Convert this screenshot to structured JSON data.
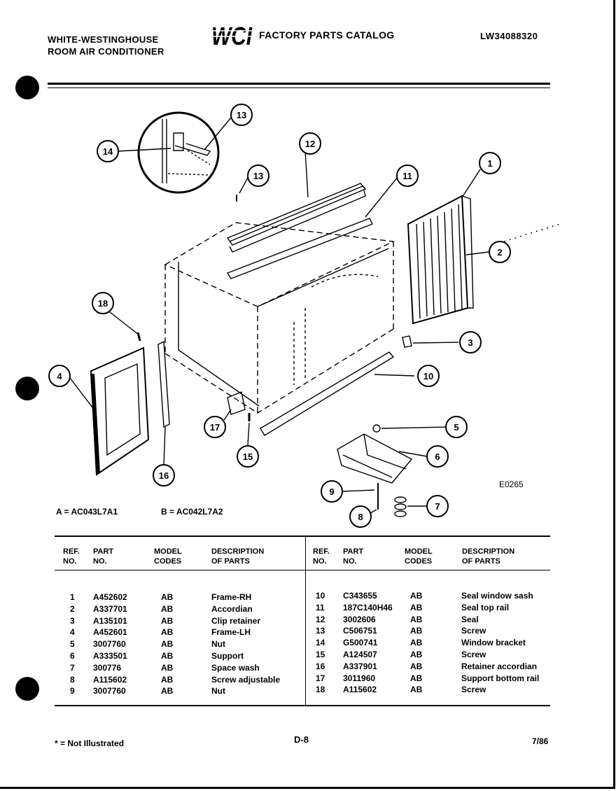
{
  "header": {
    "brand_line1": "WHITE-WESTINGHOUSE",
    "brand_line2": "ROOM AIR CONDITIONER",
    "logo_text": "WCI",
    "catalog_title": "FACTORY PARTS CATALOG",
    "doc_number": "LW34088320"
  },
  "diagram": {
    "callouts": [
      "1",
      "2",
      "3",
      "4",
      "5",
      "6",
      "7",
      "8",
      "9",
      "10",
      "11",
      "12",
      "13",
      "13",
      "14",
      "15",
      "16",
      "17",
      "18"
    ],
    "code": "E0265"
  },
  "models": {
    "a": "A = AC043L7A1",
    "b": "B = AC042L7A2"
  },
  "table": {
    "headers": {
      "ref": [
        "REF.",
        "NO."
      ],
      "part": [
        "PART",
        "NO."
      ],
      "model": [
        "MODEL",
        "CODES"
      ],
      "desc": [
        "DESCRIPTION",
        "OF PARTS"
      ]
    },
    "left_rows": [
      {
        "ref": "1",
        "part": "A452602",
        "codes": "AB",
        "desc": "Frame-RH"
      },
      {
        "ref": "2",
        "part": "A337701",
        "codes": "AB",
        "desc": "Accordian"
      },
      {
        "ref": "3",
        "part": "A135101",
        "codes": "AB",
        "desc": "Clip retainer"
      },
      {
        "ref": "4",
        "part": "A452601",
        "codes": "AB",
        "desc": "Frame-LH"
      },
      {
        "ref": "5",
        "part": "3007760",
        "codes": "AB",
        "desc": "Nut"
      },
      {
        "ref": "6",
        "part": "A333501",
        "codes": "AB",
        "desc": "Support"
      },
      {
        "ref": "7",
        "part": "300776",
        "codes": "AB",
        "desc": "Space wash"
      },
      {
        "ref": "8",
        "part": "A115602",
        "codes": "AB",
        "desc": "Screw adjustable"
      },
      {
        "ref": "9",
        "part": "3007760",
        "codes": "AB",
        "desc": "Nut"
      }
    ],
    "right_rows": [
      {
        "ref": "10",
        "part": "C343655",
        "codes": "AB",
        "desc": "Seal window sash"
      },
      {
        "ref": "11",
        "part": "187C140H46",
        "codes": "AB",
        "desc": "Seal top rail"
      },
      {
        "ref": "12",
        "part": "3002606",
        "codes": "AB",
        "desc": "Seal"
      },
      {
        "ref": "13",
        "part": "C506751",
        "codes": "AB",
        "desc": "Screw"
      },
      {
        "ref": "14",
        "part": "G500741",
        "codes": "AB",
        "desc": "Window bracket"
      },
      {
        "ref": "15",
        "part": "A124507",
        "codes": "AB",
        "desc": "Screw"
      },
      {
        "ref": "16",
        "part": "A337901",
        "codes": "AB",
        "desc": "Retainer accordian"
      },
      {
        "ref": "17",
        "part": "3011960",
        "codes": "AB",
        "desc": "Support bottom rail"
      },
      {
        "ref": "18",
        "part": "A115602",
        "codes": "AB",
        "desc": "Screw"
      }
    ]
  },
  "footer": {
    "note": "* = Not Illustrated",
    "page": "D-8",
    "date": "7/86"
  }
}
